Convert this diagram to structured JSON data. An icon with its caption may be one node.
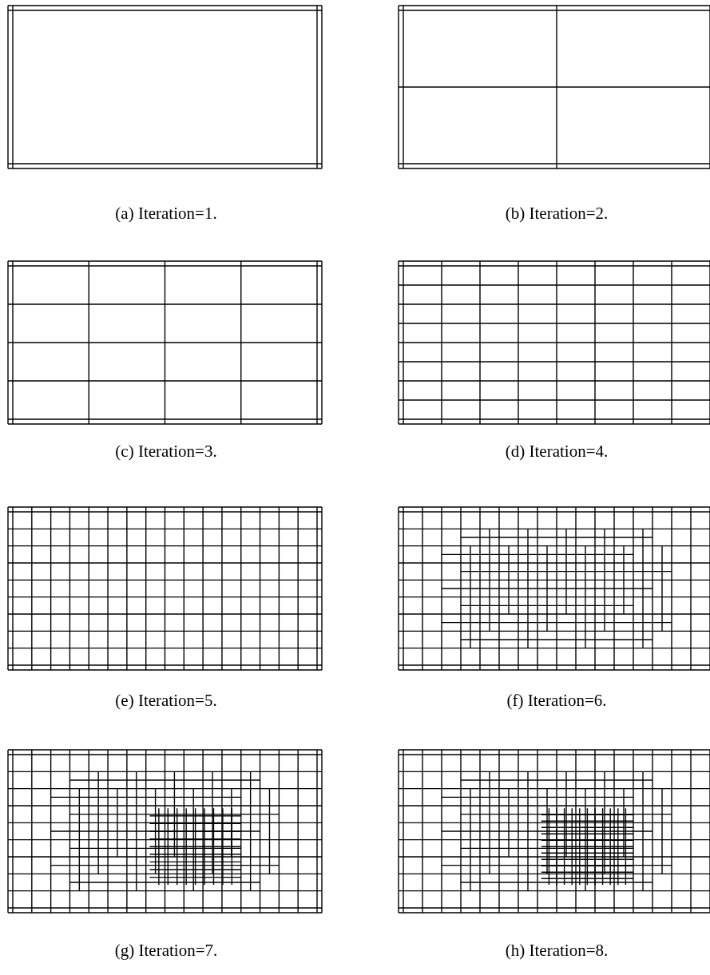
{
  "diagram": {
    "labels": [
      "(a) Iteration=1.",
      "(b) Iteration=2.",
      "(c) Iteration=3.",
      "(d) Iteration=4.",
      "(e) Iteration=5.",
      "(f) Iteration=6.",
      "(g) Iteration=7.",
      "(h) Iteration=8."
    ]
  }
}
